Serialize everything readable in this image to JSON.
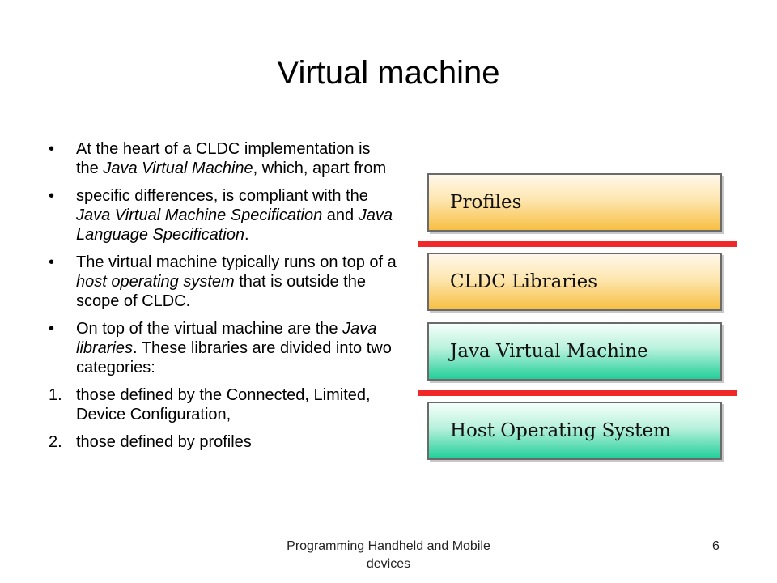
{
  "slide": {
    "title": "Virtual machine",
    "footer": "Programming Handheld and Mobile devices",
    "page_number": "6"
  },
  "bullets": [
    {
      "marker": "•",
      "runs": [
        {
          "text": "At the heart of a CLDC implementation is the "
        },
        {
          "text": "Java Virtual Machine",
          "italic": true
        },
        {
          "text": ", which, apart from"
        }
      ]
    },
    {
      "marker": "•",
      "runs": [
        {
          "text": "specific differences, is compliant with the "
        },
        {
          "text": "Java Virtual Machine Specification",
          "italic": true
        },
        {
          "text": " and "
        },
        {
          "text": "Java Language Specification",
          "italic": true
        },
        {
          "text": "."
        }
      ]
    },
    {
      "marker": "•",
      "runs": [
        {
          "text": "The virtual machine typically runs on top of a "
        },
        {
          "text": "host operating system",
          "italic": true
        },
        {
          "text": " that is outside the scope of CLDC."
        }
      ]
    },
    {
      "marker": "•",
      "runs": [
        {
          "text": "On top of the virtual machine are the "
        },
        {
          "text": "Java libraries",
          "italic": true
        },
        {
          "text": ". These libraries are divided into two categories:"
        }
      ]
    },
    {
      "marker": "1.",
      "runs": [
        {
          "text": "those defined by the Connected, Limited, Device Configuration,"
        }
      ]
    },
    {
      "marker": "2.",
      "runs": [
        {
          "text": "those defined by profiles"
        }
      ]
    }
  ],
  "diagram": {
    "layers": [
      {
        "label": "Profiles",
        "color": "orange"
      },
      {
        "label": "CLDC Libraries",
        "color": "orange"
      },
      {
        "label": "Java Virtual Machine",
        "color": "green"
      },
      {
        "label": "Host Operating System",
        "color": "green"
      }
    ],
    "colors": {
      "orange": "#f7bf43",
      "green": "#23cf9a",
      "divider": "#f0282a"
    }
  }
}
